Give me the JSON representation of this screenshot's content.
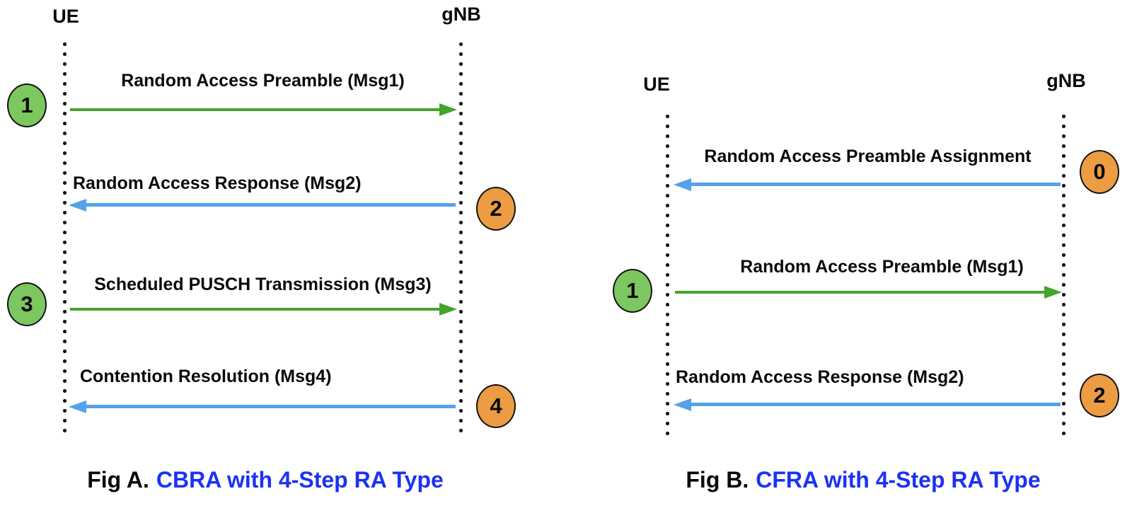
{
  "figA": {
    "actor_left": "UE",
    "actor_right": "gNB",
    "messages": [
      {
        "badge": "1",
        "label": "Random Access Preamble (Msg1)"
      },
      {
        "badge": "2",
        "label": "Random Access Response (Msg2)"
      },
      {
        "badge": "3",
        "label": "Scheduled PUSCH Transmission (Msg3)"
      },
      {
        "badge": "4",
        "label": "Contention Resolution (Msg4)"
      }
    ],
    "caption_prefix": "Fig A.",
    "caption_title": "CBRA with 4-Step RA Type"
  },
  "figB": {
    "actor_left": "UE",
    "actor_right": "gNB",
    "messages": [
      {
        "badge": "0",
        "label": "Random Access Preamble Assignment"
      },
      {
        "badge": "1",
        "label": "Random Access Preamble (Msg1)"
      },
      {
        "badge": "2",
        "label": "Random Access Response (Msg2)"
      }
    ],
    "caption_prefix": "Fig B.",
    "caption_title": "CFRA with 4-Step RA Type"
  },
  "colors": {
    "uplink_arrow_green": "#44A42C",
    "downlink_arrow_blue": "#54A1EC",
    "badge_green": "#7CC75F",
    "badge_orange": "#EC9C43",
    "caption_blue": "#1D32F2"
  }
}
